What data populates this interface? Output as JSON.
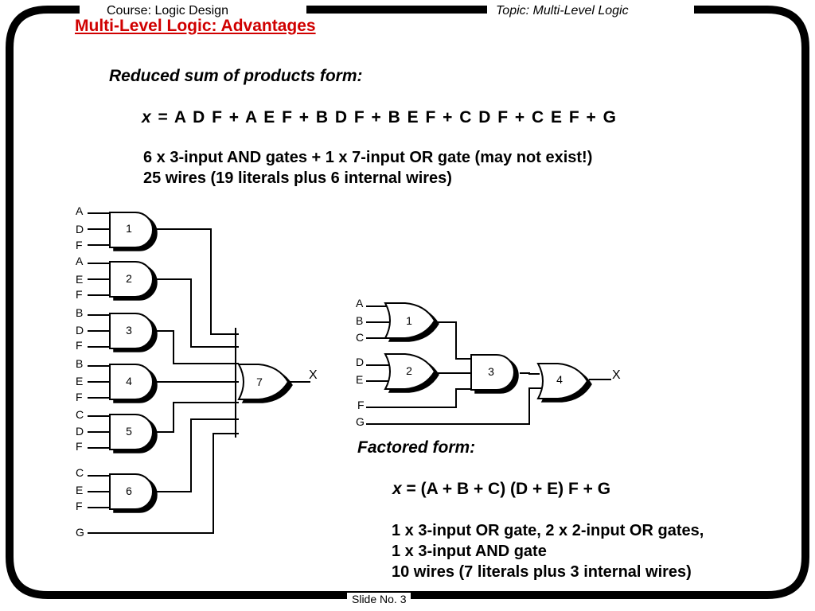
{
  "header": {
    "course": "Course: Logic Design",
    "topic": "Topic: Multi-Level Logic"
  },
  "title": "Multi-Level Logic: Advantages",
  "reduced": {
    "heading": "Reduced sum of products form:",
    "var": "x",
    "expr": "= A D F  +  A E F  +  B D F  +  B E F  +  C D F  +  C E F  +  G",
    "line1": "6 x 3-input AND gates + 1 x 7-input OR gate (may not exist!)",
    "line2": "25 wires (19 literals plus 6 internal wires)"
  },
  "factored": {
    "heading": "Factored form:",
    "var": "x",
    "expr": "= (A + B + C) (D + E) F  +  G",
    "line1": "1 x 3-input OR gate, 2 x 2-input OR gates,",
    "line2": "1 x 3-input AND gate",
    "line3": "10 wires (7 literals plus 3 internal wires)"
  },
  "circuit_left": {
    "inputs": [
      "A",
      "D",
      "F",
      "A",
      "E",
      "F",
      "B",
      "D",
      "F",
      "B",
      "E",
      "F",
      "C",
      "D",
      "F",
      "C",
      "E",
      "F",
      "G"
    ],
    "gates": [
      "1",
      "2",
      "3",
      "4",
      "5",
      "6",
      "7"
    ],
    "output": "X"
  },
  "circuit_right": {
    "inputs": [
      "A",
      "B",
      "C",
      "D",
      "E",
      "F",
      "G"
    ],
    "gates": [
      "1",
      "2",
      "3",
      "4"
    ],
    "output": "X"
  },
  "footer": {
    "slide": "Slide  No. 3"
  }
}
